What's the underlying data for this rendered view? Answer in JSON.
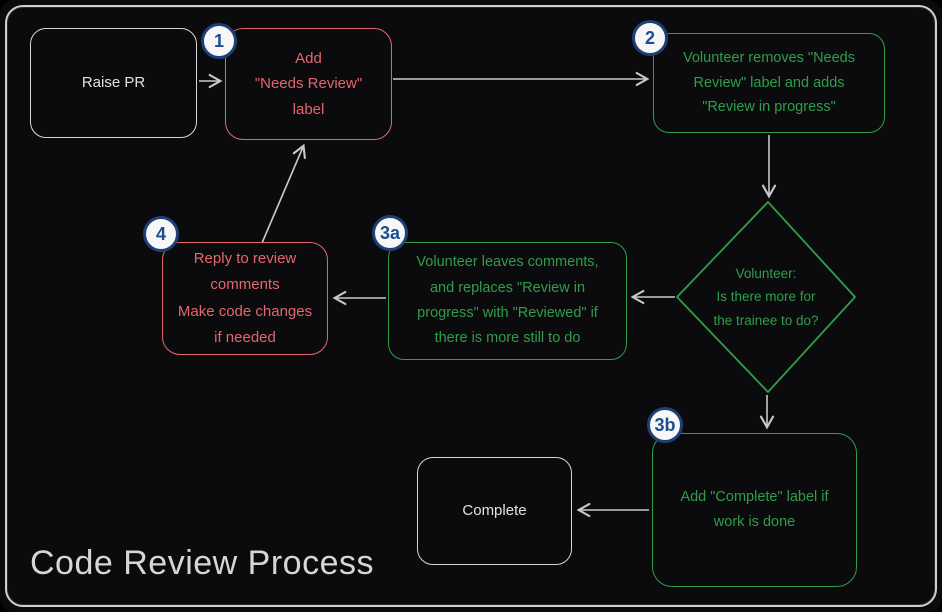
{
  "title": "Code Review Process",
  "colors": {
    "red": "#e4666d",
    "green": "#2e9e4a",
    "badge_border": "#1e3f78",
    "badge_text": "#1c4c94",
    "neutral": "#d6d6d6",
    "arrow": "#c9c9c9"
  },
  "nodes": {
    "raise_pr": {
      "label": "Raise PR"
    },
    "step1": {
      "badge": "1",
      "text": "Add\n\"Needs Review\"\nlabel"
    },
    "step2": {
      "badge": "2",
      "text": "Volunteer removes \"Needs\nReview\" label and adds\n\"Review in progress\""
    },
    "decision": {
      "text": "Volunteer:\nIs there more for\nthe trainee to do?"
    },
    "step3a": {
      "badge": "3a",
      "text": "Volunteer leaves comments,\nand replaces \"Review in\nprogress\" with \"Reviewed\" if\nthere is more still to do"
    },
    "step4": {
      "badge": "4",
      "text": "Reply to review\ncomments\nMake code changes\nif needed"
    },
    "step3b": {
      "badge": "3b",
      "text": "Add \"Complete\" label if\nwork is done"
    },
    "complete": {
      "label": "Complete"
    }
  }
}
